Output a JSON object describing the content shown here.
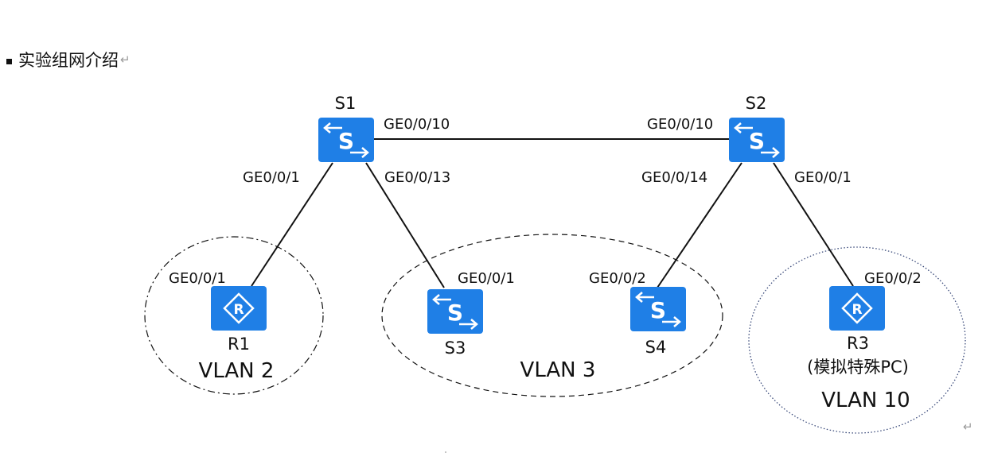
{
  "heading": {
    "text": "实验组网介绍",
    "mark": "↵"
  },
  "end_mark": "↵",
  "colors": {
    "device_blue": "#1f7fe6",
    "line": "#111111",
    "vlan10_ring": "#3a4a7a"
  },
  "devices": {
    "s1": {
      "label": "S1",
      "icon": "switch-icon"
    },
    "s2": {
      "label": "S2",
      "icon": "switch-icon"
    },
    "s3": {
      "label": "S3",
      "icon": "switch-icon"
    },
    "s4": {
      "label": "S4",
      "icon": "switch-icon"
    },
    "r1": {
      "label": "R1",
      "icon": "router-icon"
    },
    "r3": {
      "label": "R3",
      "note": "(模拟特殊PC)",
      "icon": "router-icon"
    }
  },
  "ports": {
    "s1_s2": "GE0/0/10",
    "s2_s1": "GE0/0/10",
    "s1_r1": "GE0/0/1",
    "s1_s3": "GE0/0/13",
    "s2_s4": "GE0/0/14",
    "s2_r3": "GE0/0/1",
    "r1_s1": "GE0/0/1",
    "s3_s1": "GE0/0/1",
    "s4_s2": "GE0/0/2",
    "r3_s2": "GE0/0/2"
  },
  "vlans": {
    "vlan2": "VLAN 2",
    "vlan3": "VLAN 3",
    "vlan10": "VLAN 10"
  }
}
